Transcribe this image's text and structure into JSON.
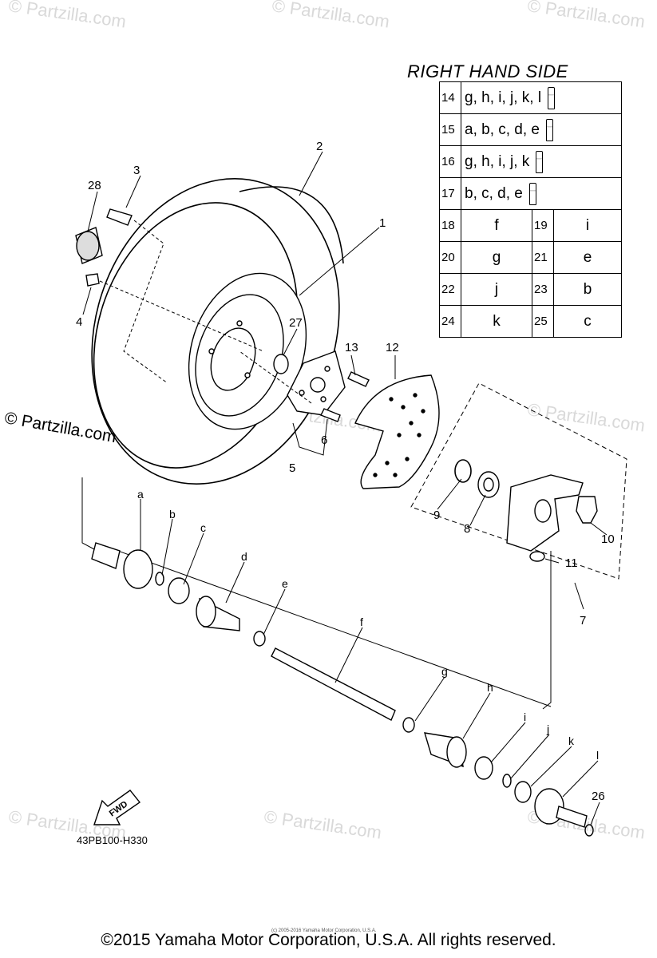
{
  "legend": {
    "title": "RIGHT HAND SIDE",
    "full_rows": [
      {
        "num": "14",
        "text": "g, h, i, j, k, l",
        "icon": "grease-tube-icon"
      },
      {
        "num": "15",
        "text": "a, b, c, d, e",
        "icon": "grease-tube-icon"
      },
      {
        "num": "16",
        "text": "g, h, i, j, k",
        "icon": "sealant-tube-icon"
      },
      {
        "num": "17",
        "text": "b, c, d, e",
        "icon": "sealant-tube-icon"
      }
    ],
    "pair_rows": [
      {
        "num1": "18",
        "val1": "f",
        "num2": "19",
        "val2": "i"
      },
      {
        "num1": "20",
        "val1": "g",
        "num2": "21",
        "val2": "e"
      },
      {
        "num1": "22",
        "val1": "j",
        "num2": "23",
        "val2": "b"
      },
      {
        "num1": "24",
        "val1": "k",
        "num2": "25",
        "val2": "c"
      }
    ]
  },
  "callouts": {
    "n1": "1",
    "n2": "2",
    "n3": "3",
    "n4": "4",
    "n5": "5",
    "n6": "6",
    "n7": "7",
    "n8": "8",
    "n9": "9",
    "n10": "10",
    "n11": "11",
    "n12": "12",
    "n13": "13",
    "n26": "26",
    "n27": "27",
    "n28": "28",
    "a": "a",
    "b": "b",
    "c": "c",
    "d": "d",
    "e": "e",
    "f": "f",
    "g": "g",
    "h": "h",
    "i": "i",
    "j": "j",
    "k": "k",
    "l": "l"
  },
  "fwd_label": "FWD",
  "diagram_code": "43PB100-H330",
  "site_watermark": "© Partzilla.com",
  "bg_watermark": "© Partzilla.com",
  "tiny_copyright": "(c) 2005-2016 Yamaha Motor Corporation, U.S.A.",
  "copyright": "©2015 Yamaha Motor Corporation, U.S.A. All rights reserved."
}
